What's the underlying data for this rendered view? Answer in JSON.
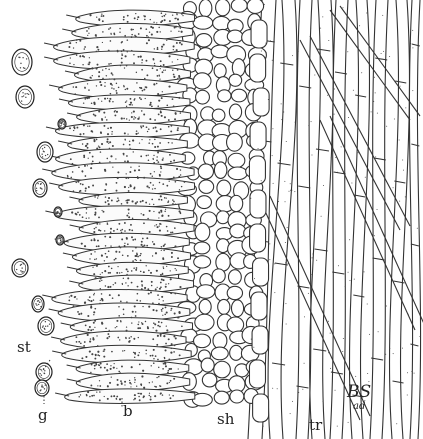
{
  "figure": {
    "labels": {
      "st": "st",
      "g": "g",
      "b": "b",
      "sh": "sh",
      "tr": "tr"
    },
    "signature": {
      "initials": "BS",
      "sub": "ad"
    }
  }
}
